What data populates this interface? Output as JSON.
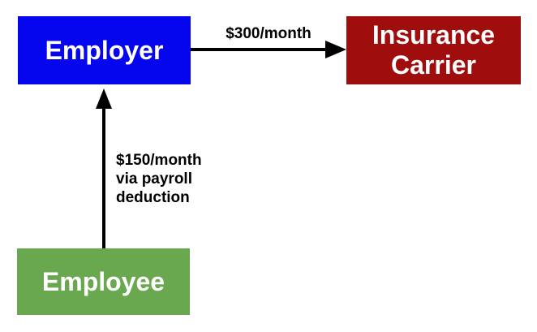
{
  "diagram": {
    "type": "flow-diagram",
    "background_color": "#FFFFFF",
    "nodes": {
      "employer": {
        "label": "Employer",
        "fill_color": "#0505EE",
        "text_color": "#FFFFFF"
      },
      "insurance_carrier": {
        "label": "Insurance Carrier",
        "fill_color": "#A00D0D",
        "text_color": "#FFFFFF"
      },
      "employee": {
        "label": "Employee",
        "fill_color": "#6AA84F",
        "text_color": "#FFFFFF"
      }
    },
    "edges": {
      "employer_to_carrier": {
        "from": "Employer",
        "to": "Insurance Carrier",
        "label": "$300/month",
        "arrow_color": "#000000",
        "direction": "right"
      },
      "employee_to_employer": {
        "from": "Employee",
        "to": "Employer",
        "label": "$150/month\nvia payroll\ndeduction",
        "arrow_color": "#000000",
        "direction": "up"
      }
    }
  }
}
